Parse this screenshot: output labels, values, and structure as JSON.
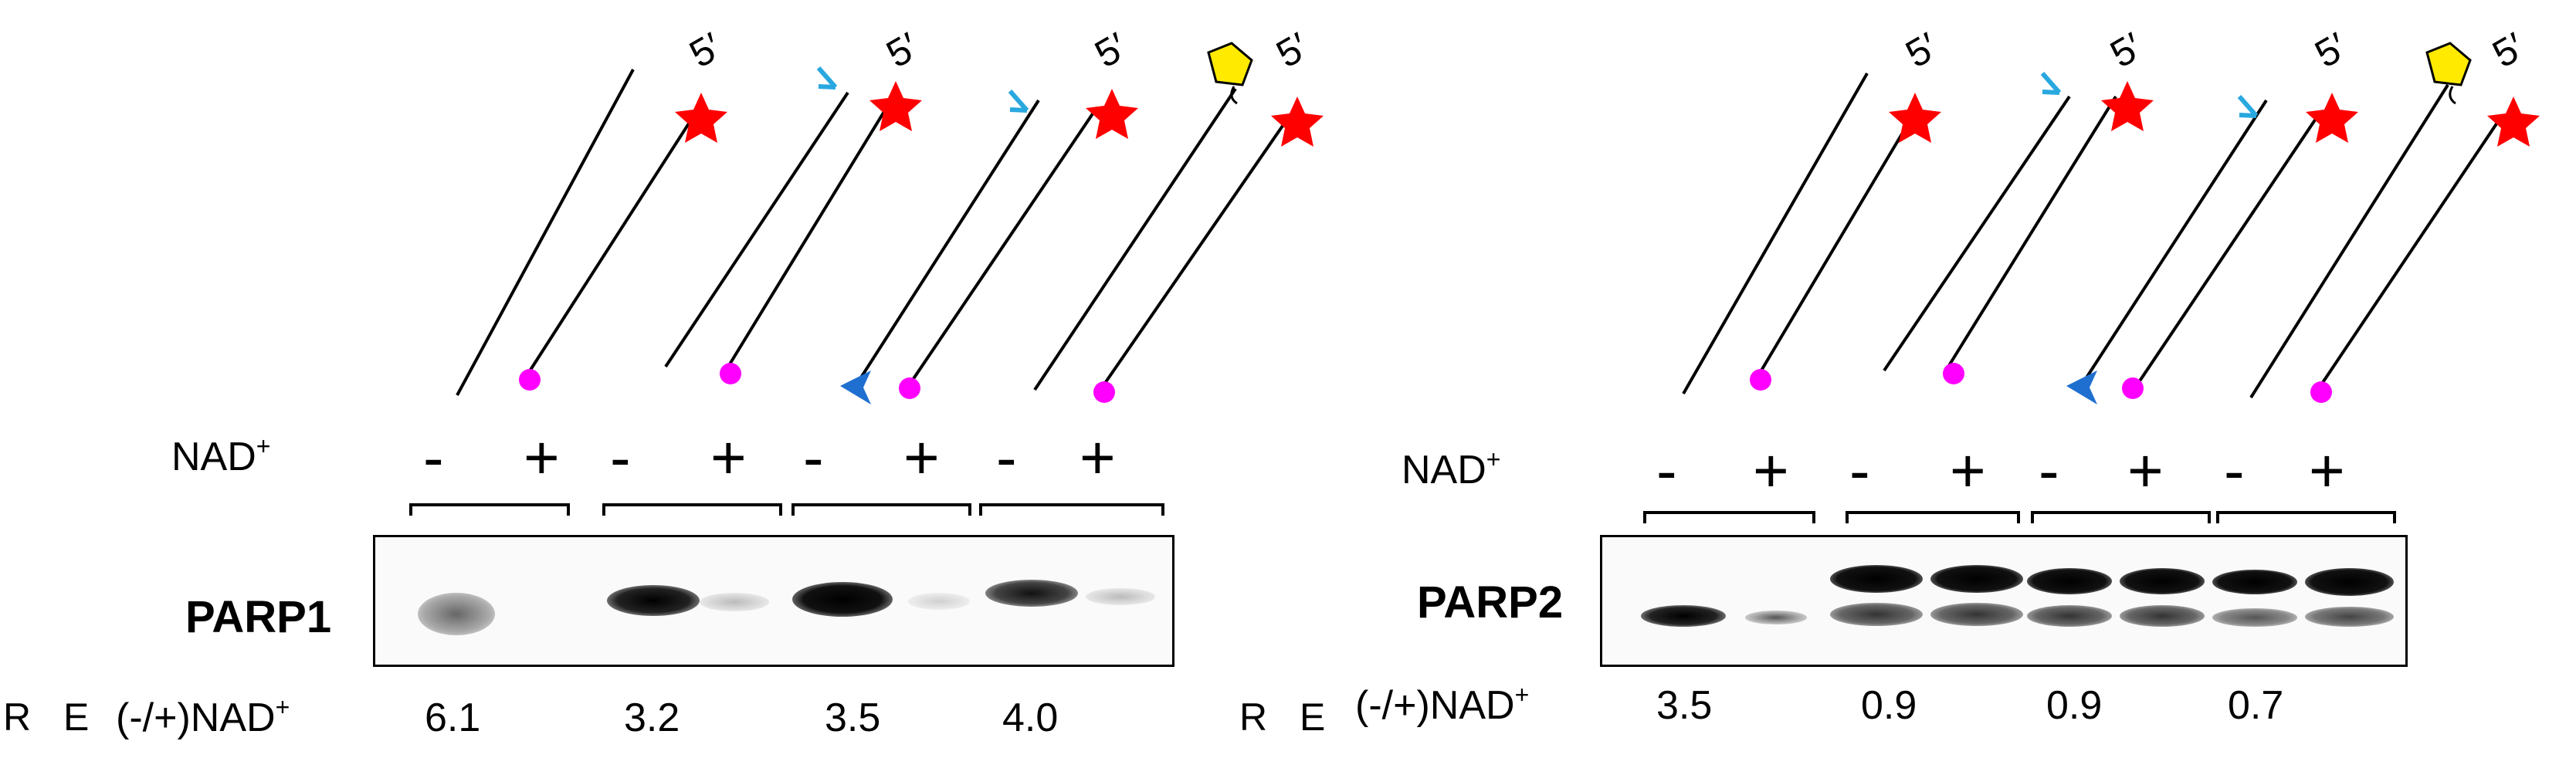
{
  "panels": [
    {
      "id": "parp1",
      "nad_label": "NAD",
      "nad_sup": "+",
      "minus": "-",
      "plus": "+",
      "protein": "PARP1",
      "re_label": "R E",
      "re_header": "(-/+)NAD",
      "re_header_sup": "+",
      "re_values": [
        "6.1",
        "3.2",
        "3.5",
        "4.0"
      ],
      "five_prime": "5′"
    },
    {
      "id": "parp2",
      "nad_label": "NAD",
      "nad_sup": "+",
      "minus": "-",
      "plus": "+",
      "protein": "PARP2",
      "re_label": "R E",
      "re_header": "(-/+)NAD",
      "re_header_sup": "+",
      "re_values": [
        "3.5",
        "0.9",
        "0.9",
        "0.7"
      ],
      "five_prime": "5′"
    }
  ],
  "colors": {
    "fluor_3prime": "#ff00ff",
    "fluor_5prime": "#ff0000",
    "biotin": "#ffea00",
    "cy_probe": "#29a8e0",
    "arrow": "#1f6fd0"
  }
}
